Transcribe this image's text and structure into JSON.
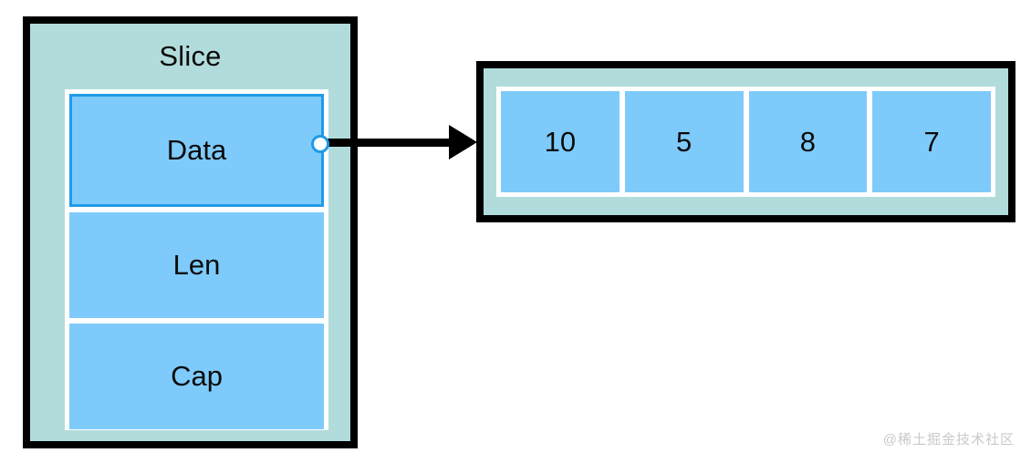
{
  "diagram": {
    "title_left": "Slice",
    "struct_fields": [
      {
        "label": "Data"
      },
      {
        "label": "Len"
      },
      {
        "label": "Cap"
      }
    ],
    "array_cells": [
      "10",
      "5",
      "8",
      "7"
    ],
    "pointer": {
      "from_field": "Data",
      "to": "array",
      "dot_icon": "pointer-dot-icon",
      "arrow_icon": "arrow-right-icon"
    },
    "colors": {
      "container_fill": "#b2dcdb",
      "container_border": "#000000",
      "cell_fill": "#7ecbfb",
      "highlight_border": "#1f9be8",
      "frame": "#ffffff",
      "text": "#0b0b0b",
      "watermark": "#c9c9c9"
    }
  },
  "watermark": {
    "text": "@稀土掘金技术社区"
  }
}
